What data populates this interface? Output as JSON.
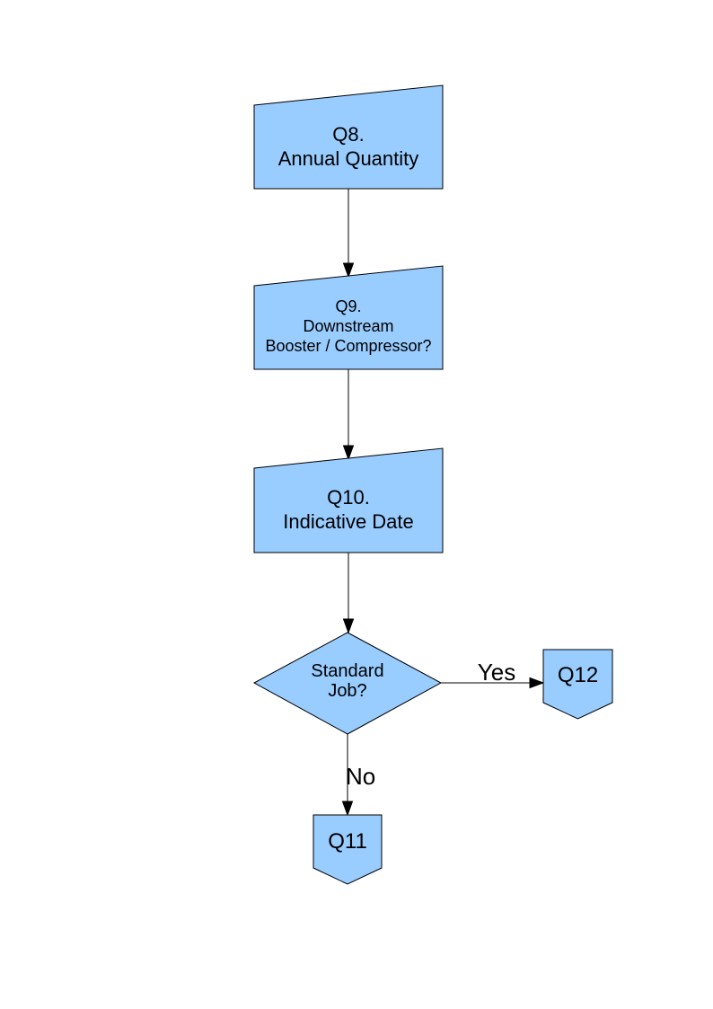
{
  "diagram": {
    "type": "flowchart",
    "style": {
      "background": "#ffffff",
      "shape_fill": "#99ccff",
      "shape_stroke": "#000000",
      "line_color": "#000000",
      "text_color": "#000000"
    },
    "nodes": {
      "q8": {
        "shape": "manual-input",
        "lines": [
          "Q8.",
          "Annual Quantity"
        ]
      },
      "q9": {
        "shape": "manual-input",
        "lines": [
          "Q9.",
          "Downstream",
          "Booster / Compressor?"
        ]
      },
      "q10": {
        "shape": "manual-input",
        "lines": [
          "Q10.",
          "Indicative Date"
        ]
      },
      "standard_job": {
        "shape": "decision",
        "lines": [
          "Standard",
          "Job?"
        ]
      },
      "q12": {
        "shape": "off-page-connector",
        "label": "Q12"
      },
      "q11": {
        "shape": "off-page-connector",
        "label": "Q11"
      }
    },
    "edges": {
      "q8_to_q9": {
        "from": "q8",
        "to": "q9",
        "label": ""
      },
      "q9_to_q10": {
        "from": "q9",
        "to": "q10",
        "label": ""
      },
      "q10_to_decision": {
        "from": "q10",
        "to": "standard_job",
        "label": ""
      },
      "decision_to_q12": {
        "from": "standard_job",
        "to": "q12",
        "label": "Yes"
      },
      "decision_to_q11": {
        "from": "standard_job",
        "to": "q11",
        "label": "No"
      }
    }
  }
}
